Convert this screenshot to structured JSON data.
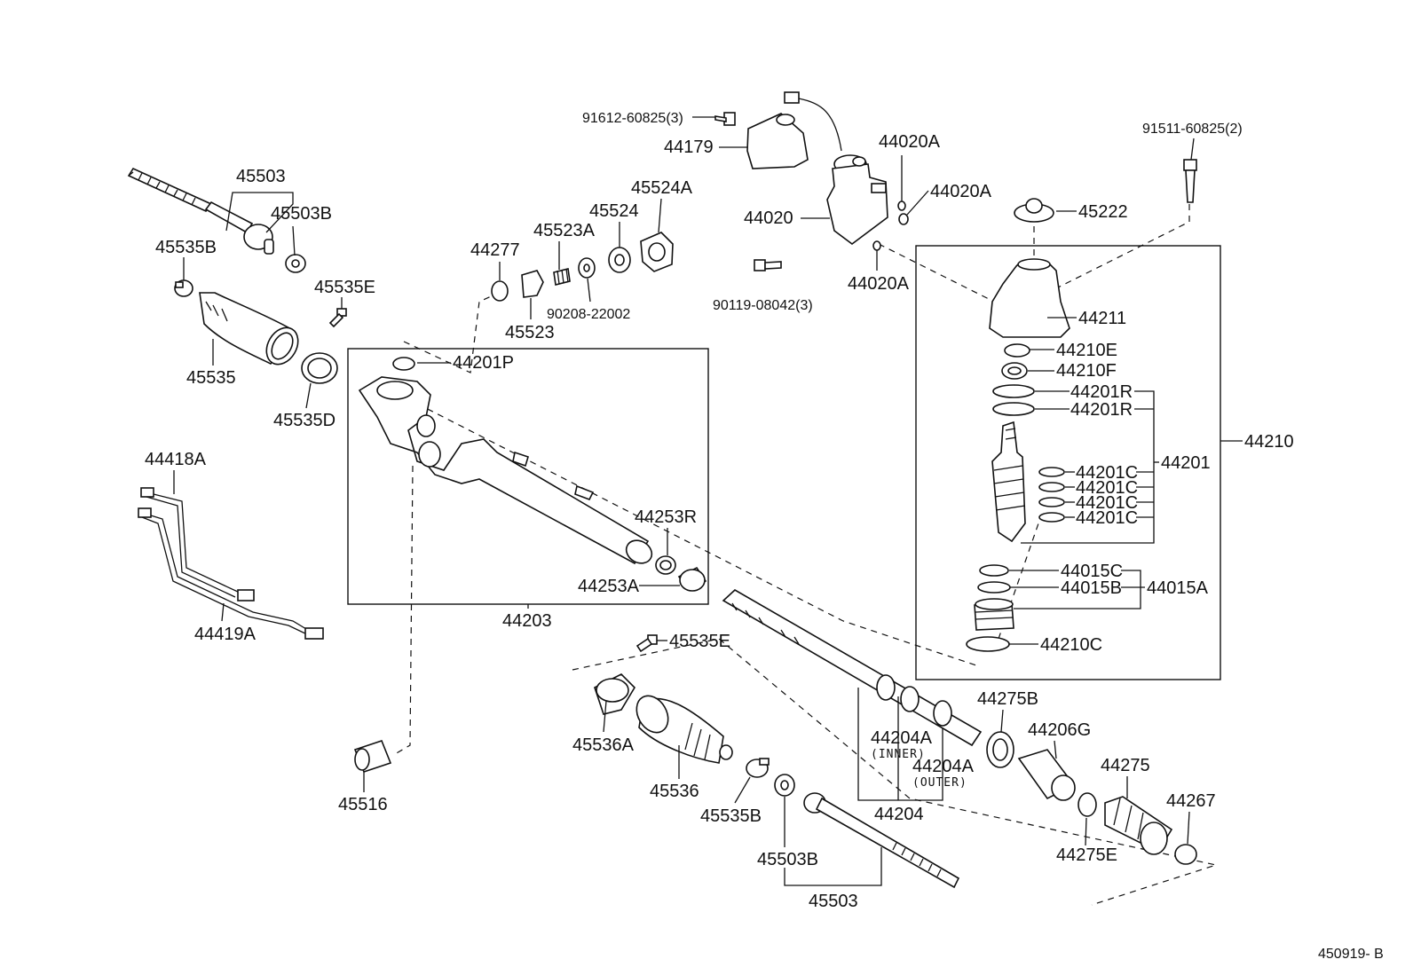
{
  "diagram": {
    "reference_code": "450919- B",
    "part_labels": {
      "p91612": "91612-60825(3)",
      "p44179": "44179",
      "p44020": "44020",
      "p44020A_top": "44020A",
      "p44020A_mid": "44020A",
      "p44020A_bot": "44020A",
      "p91511": "91511-60825(2)",
      "p45222": "45222",
      "p44211": "44211",
      "p44210E": "44210E",
      "p44210F": "44210F",
      "p44201R_1": "44201R",
      "p44201R_2": "44201R",
      "p44201": "44201",
      "p44201C_1": "44201C",
      "p44201C_2": "44201C",
      "p44201C_3": "44201C",
      "p44201C_4": "44201C",
      "p44210": "44210",
      "p44015C": "44015C",
      "p44015B": "44015B",
      "p44015A": "44015A",
      "p44210C": "44210C",
      "p45503_top": "45503",
      "p45503B_top": "45503B",
      "p45535B_top": "45535B",
      "p45535E_top": "45535E",
      "p45535": "45535",
      "p45535D": "45535D",
      "p44277": "44277",
      "p45523A": "45523A",
      "p45524": "45524",
      "p45524A": "45524A",
      "p45523": "45523",
      "p90208": "90208-22002",
      "p90119": "90119-08042(3)",
      "p44201P": "44201P",
      "p44253R": "44253R",
      "p44253A": "44253A",
      "p44203": "44203",
      "p44418A": "44418A",
      "p44419A": "44419A",
      "p45516": "45516",
      "p45535E_bot": "45535E",
      "p45536A": "45536A",
      "p45536": "45536",
      "p45535B_bot": "45535B",
      "p45503B_bot": "45503B",
      "p45503_bot": "45503",
      "p44204A_inner": "44204A",
      "p44204A_inner_note": "(INNER)",
      "p44204A_outer": "44204A",
      "p44204A_outer_note": "(OUTER)",
      "p44204": "44204",
      "p44275B": "44275B",
      "p44206G": "44206G",
      "p44275": "44275",
      "p44267": "44267",
      "p44275E": "44275E"
    }
  }
}
